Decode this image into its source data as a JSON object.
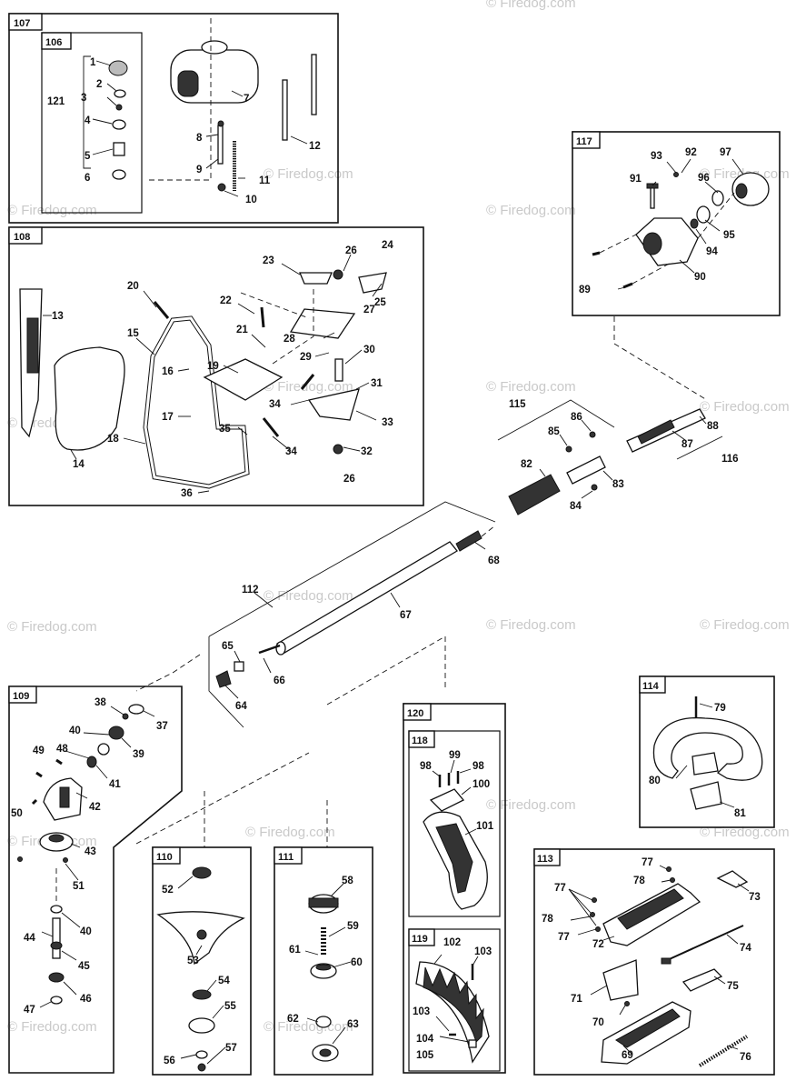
{
  "watermark": "© Firedog.com",
  "groups": {
    "g107": "107",
    "g106": "106",
    "g108": "108",
    "g109": "109",
    "g110": "110",
    "g111": "111",
    "g113": "113",
    "g114": "114",
    "g117": "117",
    "g118": "118",
    "g119": "119",
    "g120": "120"
  },
  "callouts": {
    "group_112": "112",
    "group_115": "115",
    "group_116": "116",
    "group_121": "121"
  },
  "parts": {
    "p1": "1",
    "p2": "2",
    "p3": "3",
    "p4": "4",
    "p5": "5",
    "p6": "6",
    "p7": "7",
    "p8": "8",
    "p9": "9",
    "p10": "10",
    "p11": "11",
    "p12": "12",
    "p13": "13",
    "p14": "14",
    "p15": "15",
    "p16": "16",
    "p17": "17",
    "p18": "18",
    "p19": "19",
    "p20": "20",
    "p21": "21",
    "p22": "22",
    "p23": "23",
    "p24": "24",
    "p25": "25",
    "p26a": "26",
    "p26b": "26",
    "p27": "27",
    "p28": "28",
    "p29": "29",
    "p30": "30",
    "p31": "31",
    "p32": "32",
    "p33": "33",
    "p34a": "34",
    "p34b": "34",
    "p35": "35",
    "p36": "36",
    "p37": "37",
    "p38": "38",
    "p39": "39",
    "p40a": "40",
    "p40b": "40",
    "p41": "41",
    "p42": "42",
    "p43": "43",
    "p44": "44",
    "p45": "45",
    "p46": "46",
    "p47": "47",
    "p48": "48",
    "p49": "49",
    "p50": "50",
    "p51": "51",
    "p52": "52",
    "p53": "53",
    "p54": "54",
    "p55": "55",
    "p56": "56",
    "p57": "57",
    "p58": "58",
    "p59": "59",
    "p60": "60",
    "p61": "61",
    "p62": "62",
    "p63": "63",
    "p64": "64",
    "p65": "65",
    "p66": "66",
    "p67": "67",
    "p68": "68",
    "p69": "69",
    "p70": "70",
    "p71": "71",
    "p72": "72",
    "p73": "73",
    "p74": "74",
    "p75": "75",
    "p76": "76",
    "p77a": "77",
    "p77b": "77",
    "p77c": "77",
    "p78a": "78",
    "p78b": "78",
    "p79": "79",
    "p80": "80",
    "p81": "81",
    "p82": "82",
    "p83": "83",
    "p84": "84",
    "p85": "85",
    "p86": "86",
    "p87": "87",
    "p88": "88",
    "p89": "89",
    "p90": "90",
    "p91": "91",
    "p92": "92",
    "p93": "93",
    "p94": "94",
    "p95": "95",
    "p96": "96",
    "p97": "97",
    "p98a": "98",
    "p98b": "98",
    "p99": "99",
    "p100": "100",
    "p101": "101",
    "p102": "102",
    "p103a": "103",
    "p103b": "103",
    "p104": "104",
    "p105": "105"
  }
}
